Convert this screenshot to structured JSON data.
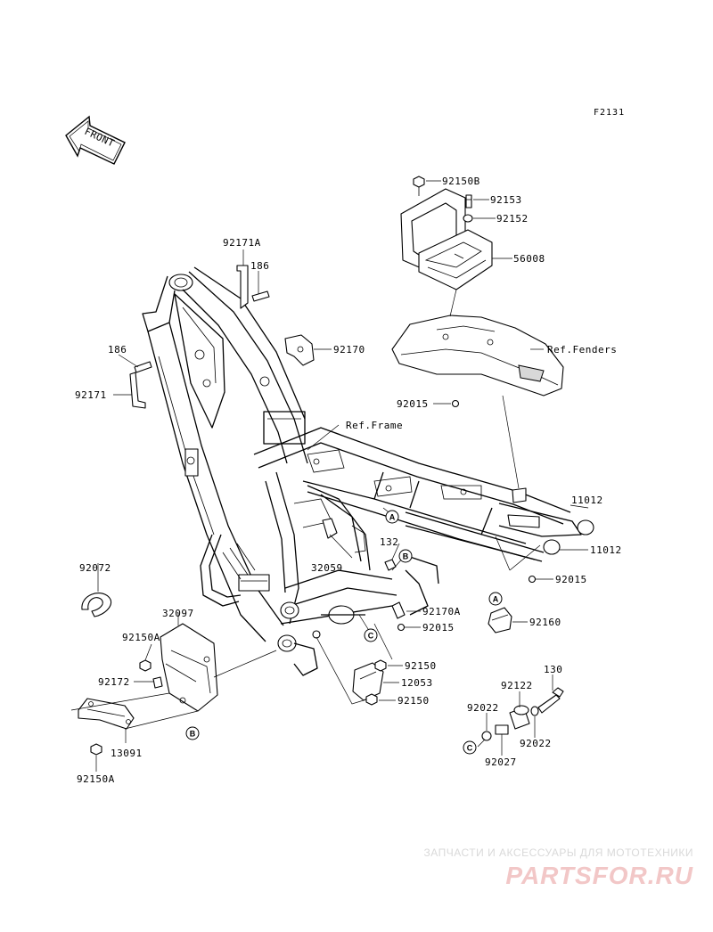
{
  "figure_code": "F2131",
  "front_label": "FRONT",
  "refs": {
    "fenders": "Ref.Fenders",
    "frame": "Ref.Frame"
  },
  "callouts": {
    "A": "A",
    "B": "B",
    "C": "C"
  },
  "parts": {
    "p92150B": "92150B",
    "p92153": "92153",
    "p92152": "92152",
    "p56008": "56008",
    "p92171A": "92171A",
    "p186_top": "186",
    "p92170": "92170",
    "p186_left": "186",
    "p92171": "92171",
    "p92015_top": "92015",
    "p11012_a": "11012",
    "p11012_b": "11012",
    "p132": "132",
    "p32059": "32059",
    "p92015_mid": "92015",
    "p92072": "92072",
    "p32097": "32097",
    "p92170A": "92170A",
    "p92015_low": "92015",
    "p92160": "92160",
    "p92150A_top": "92150A",
    "p92150_a": "92150",
    "p12053": "12053",
    "p92150_b": "92150",
    "p92172": "92172",
    "p130": "130",
    "p92122": "92122",
    "p92022_a": "92022",
    "p92022_b": "92022",
    "p92027": "92027",
    "p13091": "13091",
    "p92150A_bottom": "92150A"
  },
  "watermark": {
    "tagline": "ЗАПЧАСТИ И АКСЕССУАРЫ ДЛЯ МОТОТЕХНИКИ",
    "logo_text": "PARTSFOR.RU"
  }
}
